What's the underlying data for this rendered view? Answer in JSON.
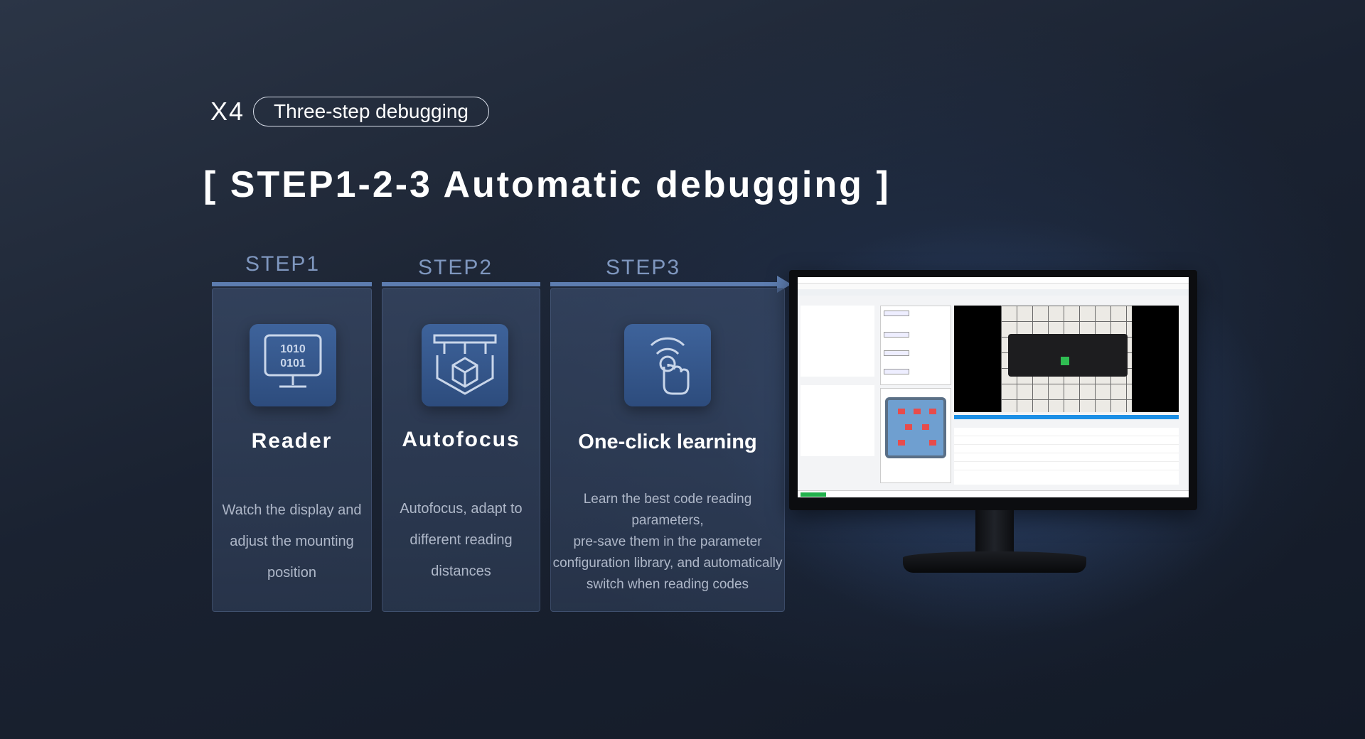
{
  "header": {
    "badge": "X4",
    "pill": "Three-step debugging",
    "headline": "[ STEP1-2-3 Automatic debugging ]"
  },
  "steps": [
    {
      "label": "STEP1",
      "title": "Reader",
      "icon": "monitor-binary-icon",
      "desc": [
        "Watch the display and",
        "adjust the mounting",
        "position"
      ]
    },
    {
      "label": "STEP2",
      "title": "Autofocus",
      "icon": "focus-cube-icon",
      "desc": [
        "Autofocus, adapt to",
        "different reading",
        "distances"
      ]
    },
    {
      "label": "STEP3",
      "title": "One-click learning",
      "icon": "touch-hand-icon",
      "desc": [
        "Learn the best code reading parameters,",
        "pre-save them in the parameter",
        "configuration library, and automatically",
        "switch when reading codes"
      ]
    }
  ],
  "icon_text": {
    "line1": "1010",
    "line2": "0101"
  },
  "colors": {
    "accent": "#5d7db0",
    "step_label": "#7f97bf",
    "icon_tile": "#3e639b"
  }
}
